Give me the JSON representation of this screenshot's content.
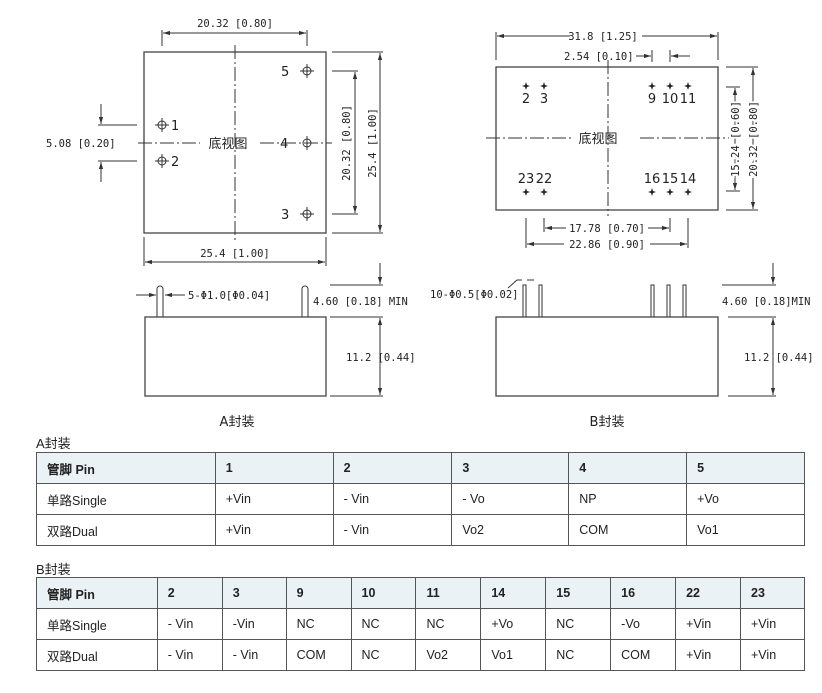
{
  "drawing_a": {
    "view_label": "底视图",
    "dim_top": "20.32 [0.80]",
    "dim_bottom": "25.4 [1.00]",
    "dim_left": "5.08 [0.20]",
    "dim_right_inner": "20.32 [0.80]",
    "dim_right_outer": "25.4 [1.00]",
    "pins": [
      "1",
      "2",
      "3",
      "4",
      "5"
    ],
    "pin_diameter": "5-Φ1.0[Φ0.04]",
    "pin_length": "4.60 [0.18] MIN",
    "height": "11.2 [0.44]",
    "caption": "A封装"
  },
  "drawing_b": {
    "view_label": "底视图",
    "dim_top": "31.8 [1.25]",
    "dim_pitch": "2.54 [0.10]",
    "dim_bottom_inner": "17.78 [0.70]",
    "dim_bottom_outer": "22.86 [0.90]",
    "dim_right_inner": "15.24 [0.60]",
    "dim_right_outer": "20.32 [0.80]",
    "pins_top": [
      "2",
      "3",
      "9",
      "10",
      "11"
    ],
    "pins_bottom": [
      "23",
      "22",
      "16",
      "15",
      "14"
    ],
    "pin_diameter": "10-Φ0.5[Φ0.02]",
    "pin_length": "4.60 [0.18]MIN",
    "height": "11.2 [0.44]",
    "caption": "B封装"
  },
  "table_a": {
    "title": "A封装",
    "header": [
      "管脚 Pin",
      "1",
      "2",
      "3",
      "4",
      "5"
    ],
    "rows": [
      [
        "单路Single",
        "+Vin",
        "- Vin",
        "- Vo",
        "NP",
        "+Vo"
      ],
      [
        "双路Dual",
        "+Vin",
        "- Vin",
        "Vo2",
        "COM",
        "Vo1"
      ]
    ]
  },
  "table_b": {
    "title": "B封装",
    "header": [
      "管脚 Pin",
      "2",
      "3",
      "9",
      "10",
      "11",
      "14",
      "15",
      "16",
      "22",
      "23"
    ],
    "rows": [
      [
        "单路Single",
        "- Vin",
        "-Vin",
        "NC",
        "NC",
        "NC",
        "+Vo",
        "NC",
        "-Vo",
        "+Vin",
        "+Vin"
      ],
      [
        "双路Dual",
        "- Vin",
        "- Vin",
        "COM",
        "NC",
        "Vo2",
        "Vo1",
        "NC",
        "COM",
        "+Vin",
        "+Vin"
      ]
    ]
  }
}
